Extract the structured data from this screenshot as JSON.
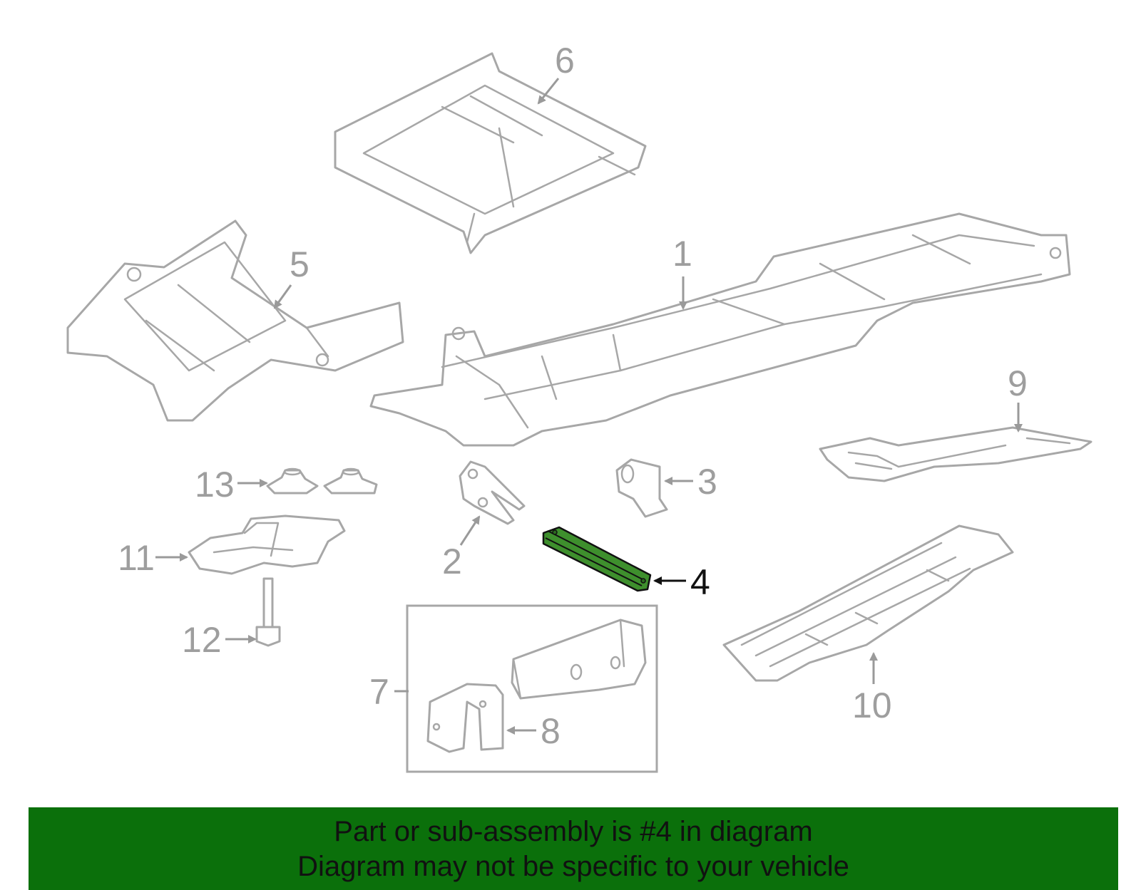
{
  "callouts": {
    "c1": "1",
    "c2": "2",
    "c3": "3",
    "c4": "4",
    "c5": "5",
    "c6": "6",
    "c7": "7",
    "c8": "8",
    "c9": "9",
    "c10": "10",
    "c11": "11",
    "c12": "12",
    "c13": "13"
  },
  "highlighted_part": "4",
  "colors": {
    "banner": "#0b700b",
    "highlight_part": "#3e8f2d",
    "line_art": "#a7a7a7",
    "active_callout": "#111111"
  },
  "banner": {
    "line1": "Part or sub-assembly is #4 in diagram",
    "line2": "Diagram may not be specific to your vehicle"
  }
}
